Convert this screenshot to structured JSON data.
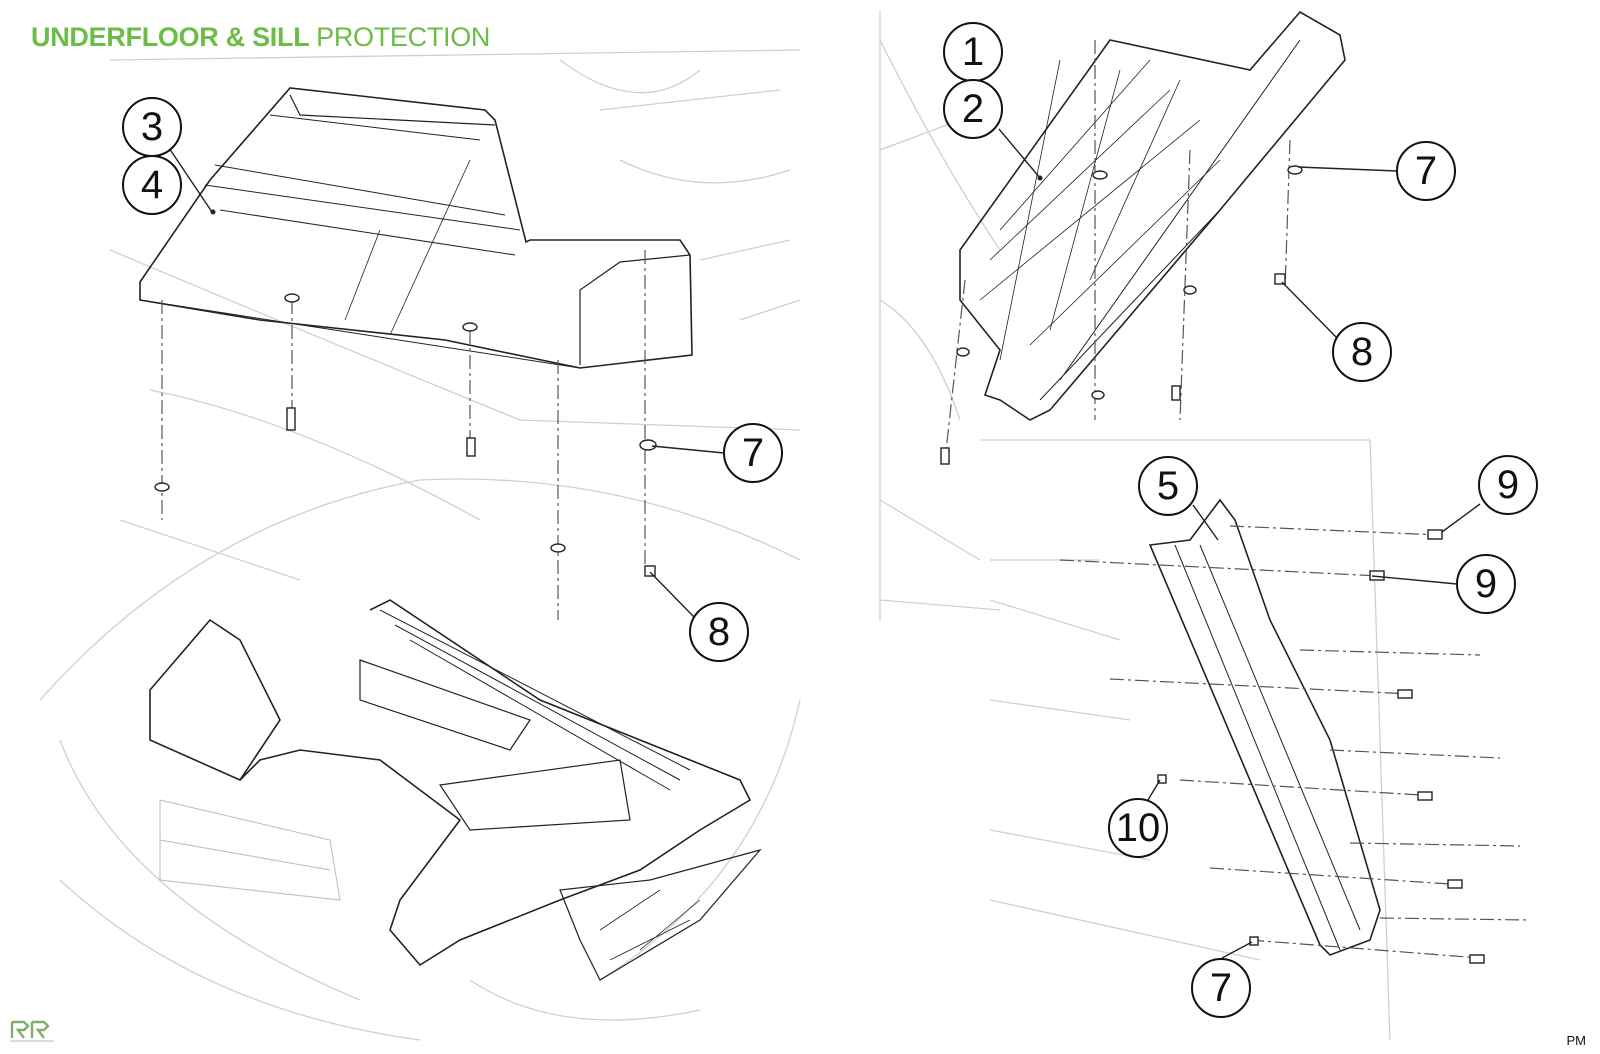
{
  "title": {
    "bold": "UNDERFLOOR & SILL",
    "light": "PROTECTION"
  },
  "colors": {
    "accent": "#6cbd45",
    "line": "#222222",
    "faint": "#c8c8c8"
  },
  "callouts": [
    "1",
    "2",
    "3",
    "4",
    "5",
    "7",
    "8",
    "9",
    "10"
  ],
  "footer": {
    "pm": "PM"
  },
  "brand": {
    "logo_icon": "rr-logo-icon"
  }
}
